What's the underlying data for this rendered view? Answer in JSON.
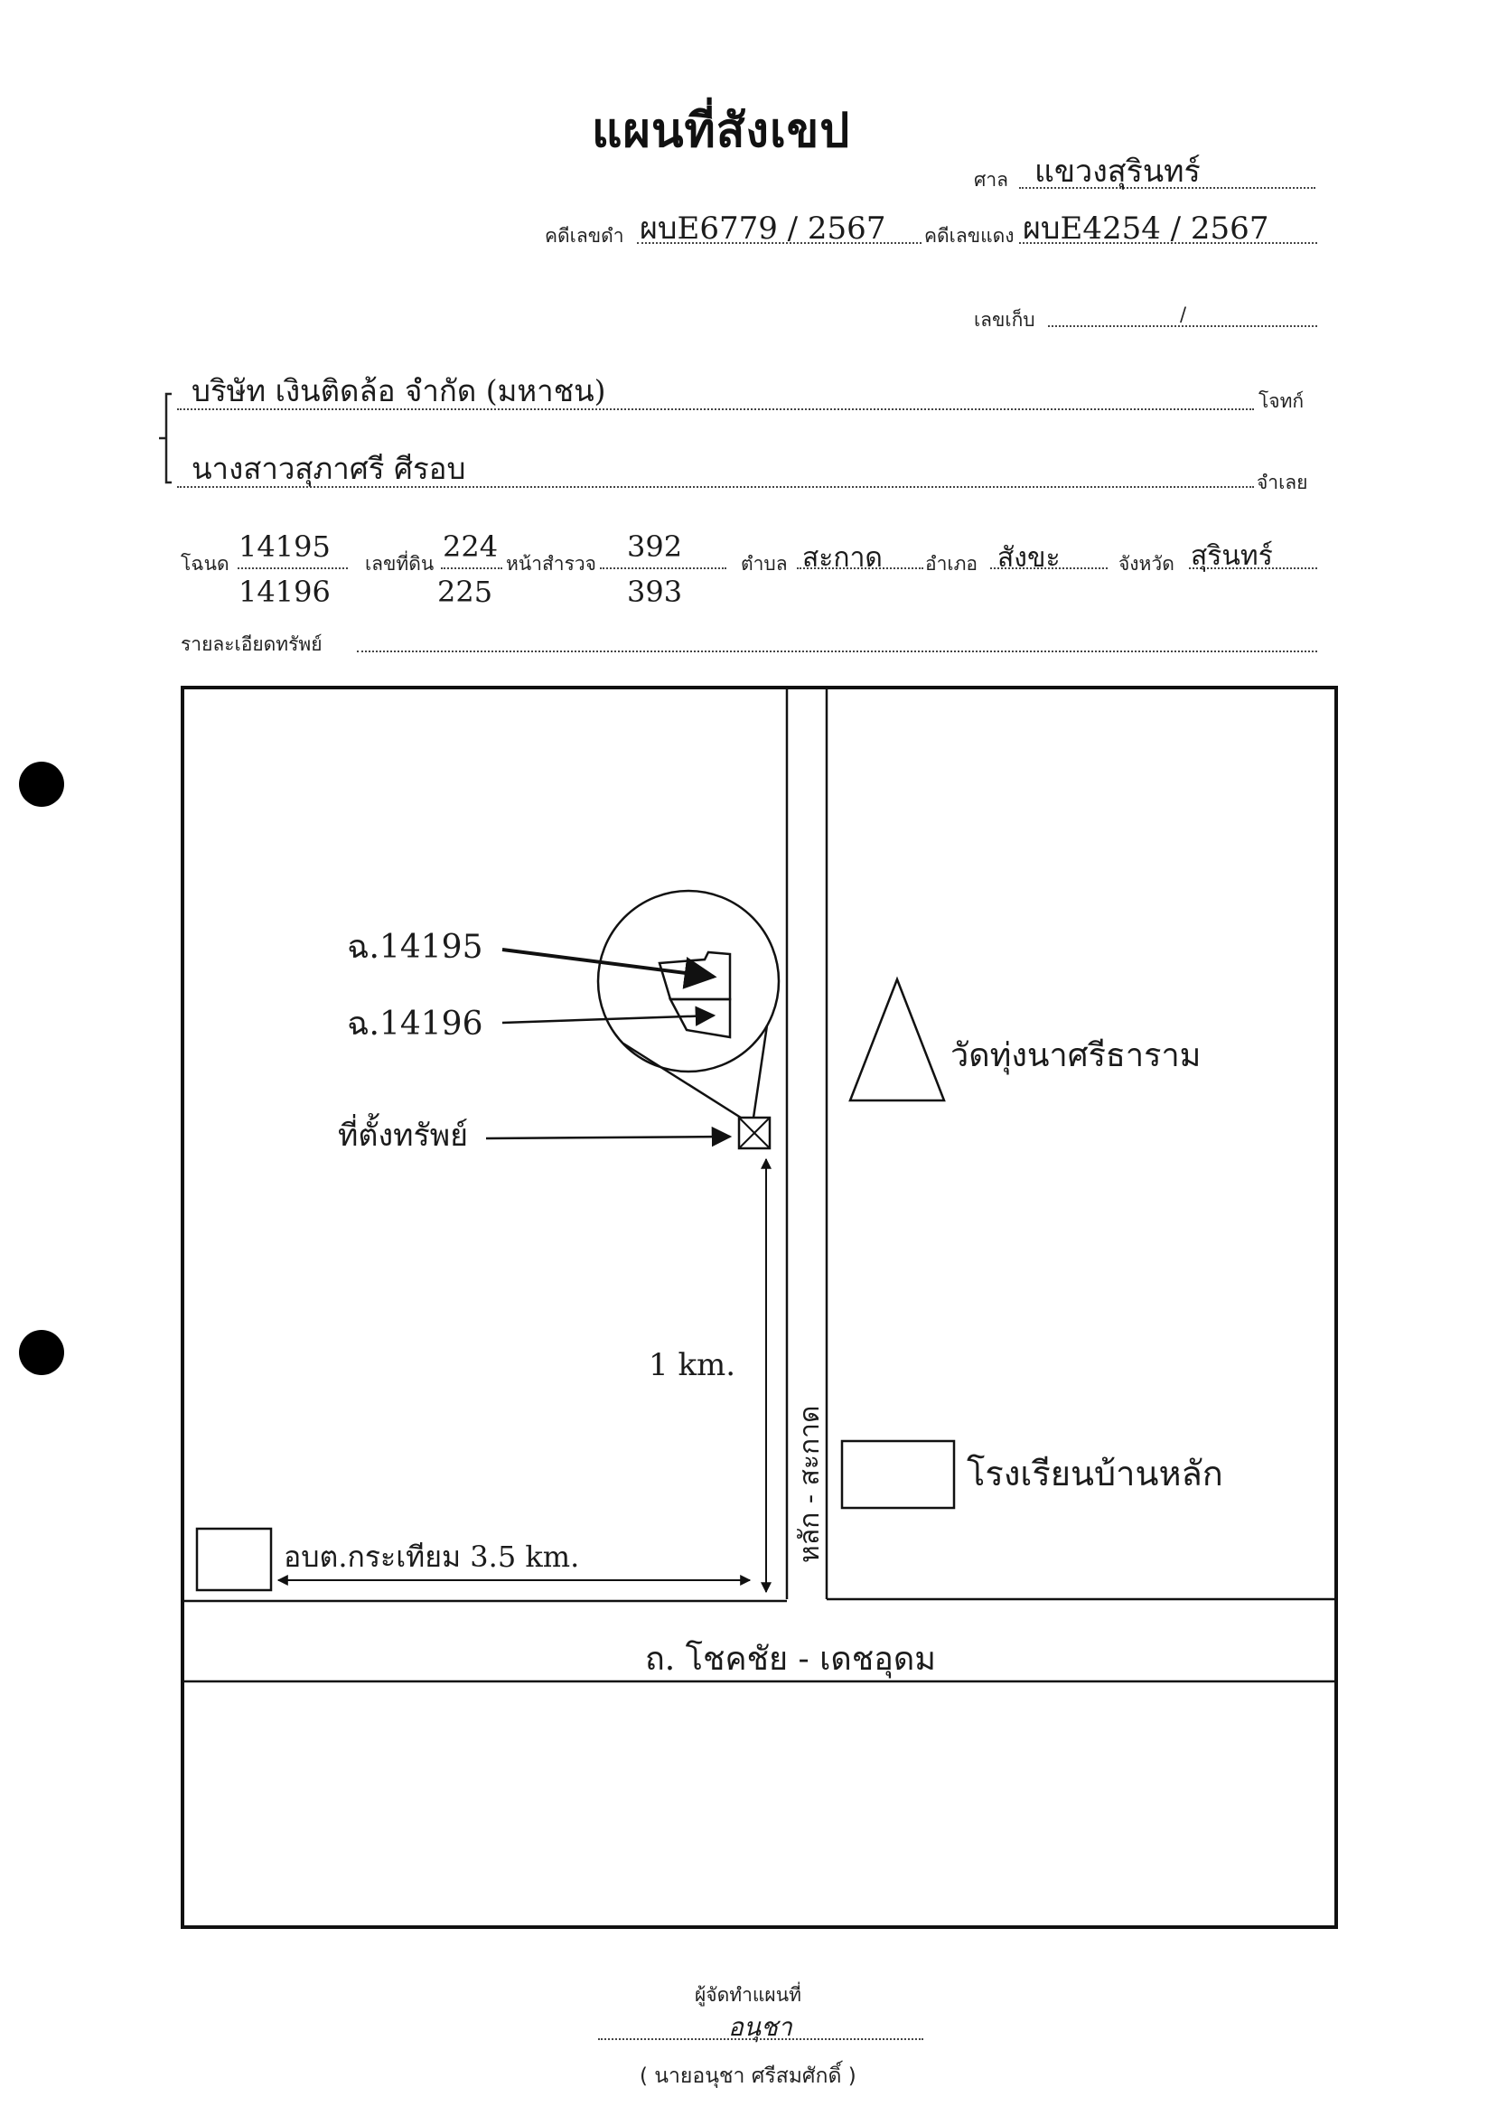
{
  "header": {
    "title": "แผนที่สังเขป",
    "court_label": "ศาล",
    "court_value": "แขวงสุรินทร์",
    "black_case_label": "คดีเลขดำ",
    "black_case_value": "ผบE6779 / 2567",
    "red_case_label": "คดีเลขแดง",
    "red_case_value": "ผบE4254 / 2567",
    "storage_label": "เลขเก็บ",
    "storage_value": "/"
  },
  "parties": {
    "plaintiff_value": "บริษัท เงินติดล้อ จำกัด (มหาชน)",
    "plaintiff_label": "โจทก์",
    "defendant_value": "นางสาวสุภาศรี ศีรอบ",
    "defendant_label": "จำเลย"
  },
  "property": {
    "deed_label": "โฉนด",
    "deeds": [
      "14195",
      "14196"
    ],
    "land_no_label": "เลขที่ดิน",
    "land_nos": [
      "224",
      "225"
    ],
    "survey_label": "หน้าสำรวจ",
    "survey_pages": [
      "392",
      "393"
    ],
    "subdistrict_label": "ตำบล",
    "subdistrict_value": "สะกาด",
    "district_label": "อำเภอ",
    "district_value": "สังขะ",
    "province_label": "จังหวัด",
    "province_value": "สุรินทร์",
    "details_label": "รายละเอียดทรัพย์"
  },
  "map": {
    "label_deed_1": "ฉ.14195",
    "label_deed_2": "ฉ.14196",
    "label_property": "ที่ตั้งทรัพย์",
    "label_temple": "วัดทุ่งนาศรีธาราม",
    "label_distance_vertical": "1 km.",
    "label_side_road": "หลัก - สะกาด",
    "label_school": "โรงเรียนบ้านหลัก",
    "label_sao": "อบต.กระเทียม 3.5 km.",
    "label_main_road": "ถ. โชคชัย - เดชอุดม"
  },
  "footer": {
    "preparer_label": "ผู้จัดทำแผนที่",
    "signature": "อนุชา",
    "preparer_name": "( นายอนุชา ศรีสมศักดิ์ )"
  }
}
